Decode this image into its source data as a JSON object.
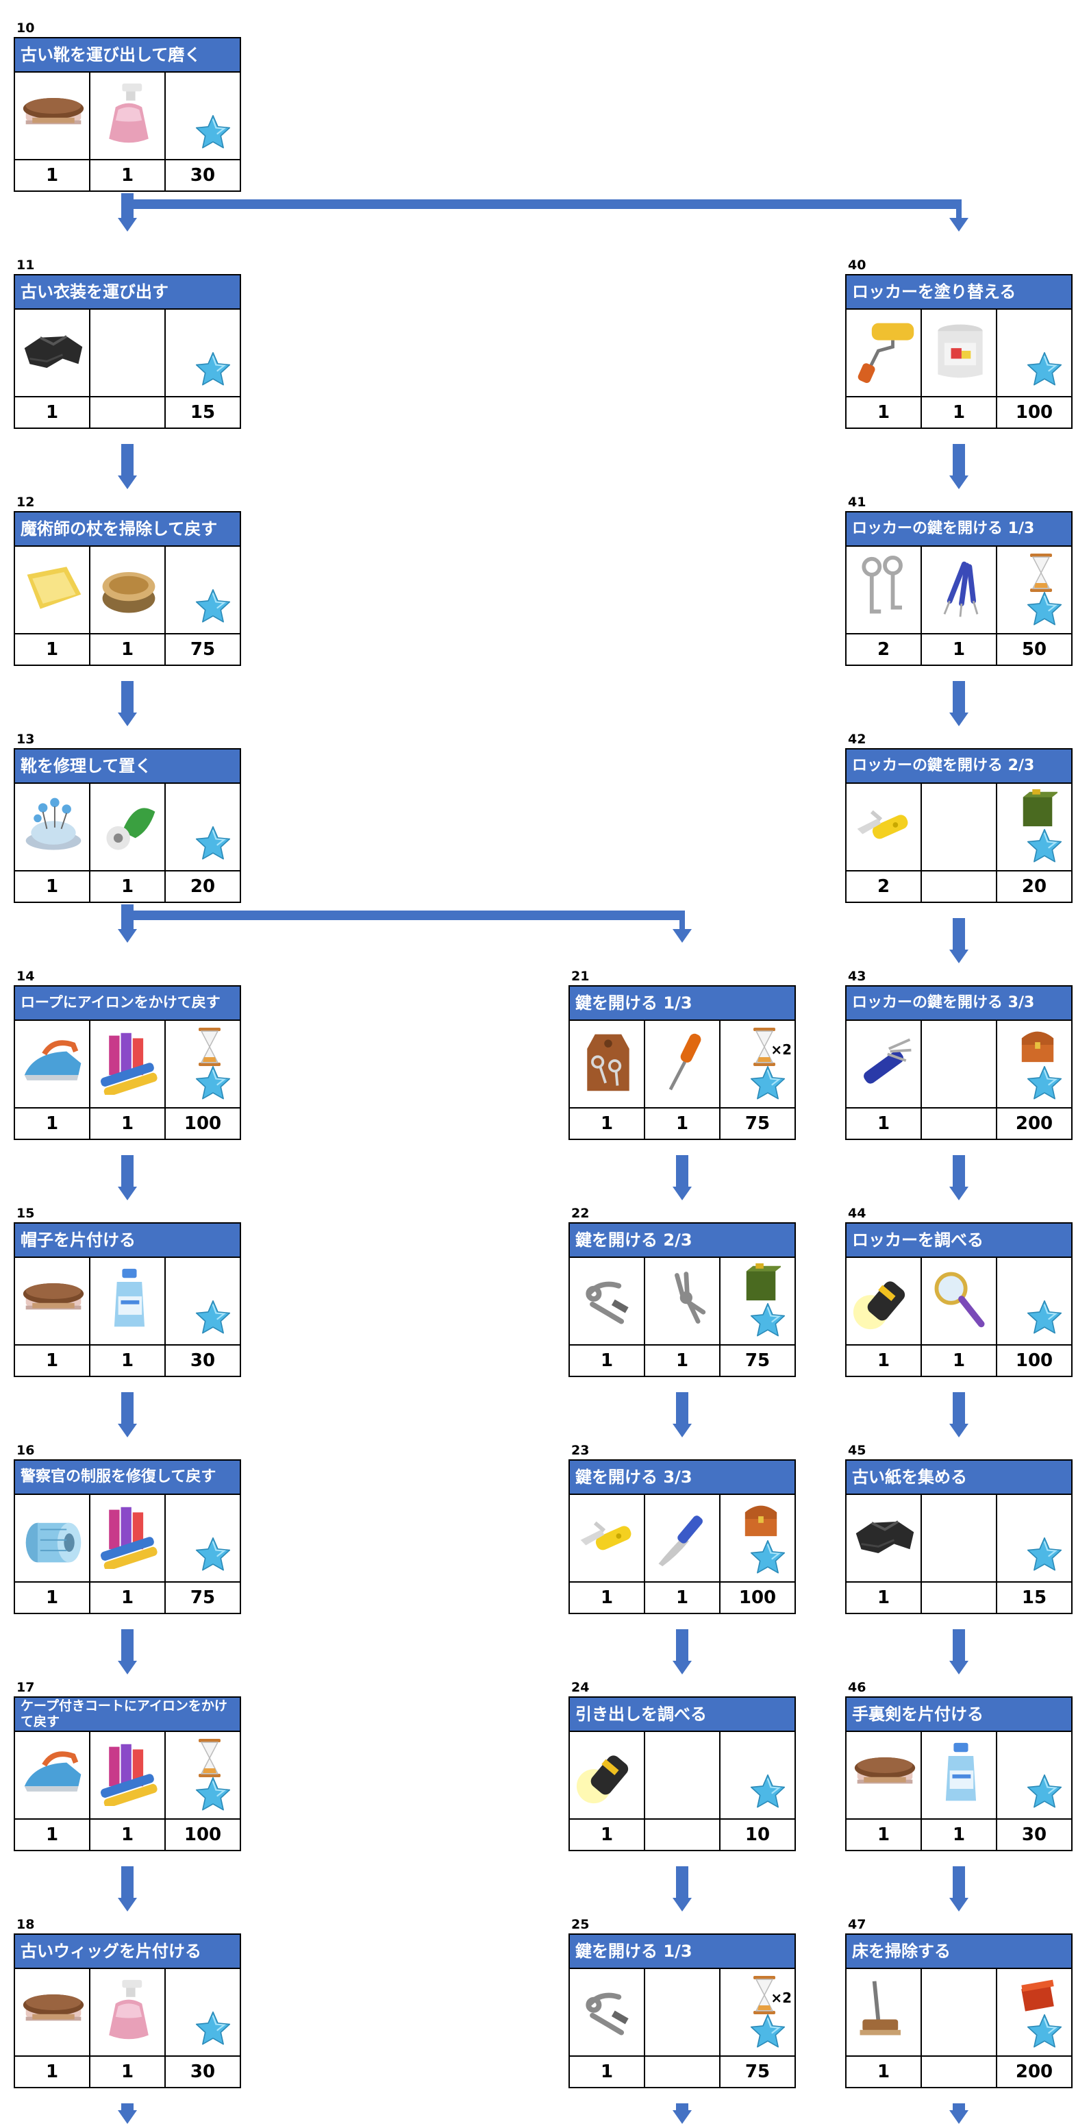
{
  "colors": {
    "header_bg": "#4472c4",
    "arrow": "#4472c4",
    "star": "#4db8e6"
  },
  "tasks": {
    "t10": {
      "number": "10",
      "title": "古い靴を運び出して磨く",
      "counts": [
        "1",
        "1",
        "30"
      ]
    },
    "t11": {
      "number": "11",
      "title": "古い衣装を運び出す",
      "counts": [
        "1",
        "",
        "15"
      ]
    },
    "t12": {
      "number": "12",
      "title": "魔術師の杖を掃除して戻す",
      "counts": [
        "1",
        "1",
        "75"
      ]
    },
    "t13": {
      "number": "13",
      "title": "靴を修理して置く",
      "counts": [
        "1",
        "1",
        "20"
      ]
    },
    "t14": {
      "number": "14",
      "title": "ロープにアイロンをかけて戻す",
      "counts": [
        "1",
        "1",
        "100"
      ]
    },
    "t15": {
      "number": "15",
      "title": "帽子を片付ける",
      "counts": [
        "1",
        "1",
        "30"
      ]
    },
    "t16": {
      "number": "16",
      "title": "警察官の制服を修復して戻す",
      "counts": [
        "1",
        "1",
        "75"
      ]
    },
    "t17": {
      "number": "17",
      "title": "ケープ付きコートにアイロンをかけて戻す",
      "counts": [
        "1",
        "1",
        "100"
      ]
    },
    "t18": {
      "number": "18",
      "title": "古いウィッグを片付ける",
      "counts": [
        "1",
        "1",
        "30"
      ]
    },
    "t21": {
      "number": "21",
      "title": "鍵を開ける 1/3",
      "counts": [
        "1",
        "1",
        "75"
      ],
      "multiplier": "×2"
    },
    "t22": {
      "number": "22",
      "title": "鍵を開ける 2/3",
      "counts": [
        "1",
        "1",
        "75"
      ]
    },
    "t23": {
      "number": "23",
      "title": "鍵を開ける 3/3",
      "counts": [
        "1",
        "1",
        "100"
      ]
    },
    "t24": {
      "number": "24",
      "title": "引き出しを調べる",
      "counts": [
        "1",
        "",
        "10"
      ]
    },
    "t25": {
      "number": "25",
      "title": "鍵を開ける 1/3",
      "counts": [
        "1",
        "",
        "75"
      ],
      "multiplier": "×2"
    },
    "t40": {
      "number": "40",
      "title": "ロッカーを塗り替える",
      "counts": [
        "1",
        "1",
        "100"
      ]
    },
    "t41": {
      "number": "41",
      "title": "ロッカーの鍵を開ける 1/3",
      "counts": [
        "2",
        "1",
        "50"
      ]
    },
    "t42": {
      "number": "42",
      "title": "ロッカーの鍵を開ける 2/3",
      "counts": [
        "2",
        "",
        "20"
      ]
    },
    "t43": {
      "number": "43",
      "title": "ロッカーの鍵を開ける 3/3",
      "counts": [
        "1",
        "",
        "200"
      ]
    },
    "t44": {
      "number": "44",
      "title": "ロッカーを調べる",
      "counts": [
        "1",
        "1",
        "100"
      ]
    },
    "t45": {
      "number": "45",
      "title": "古い紙を集める",
      "counts": [
        "1",
        "",
        "15"
      ]
    },
    "t46": {
      "number": "46",
      "title": "手裏剣を片付ける",
      "counts": [
        "1",
        "1",
        "30"
      ]
    },
    "t47": {
      "number": "47",
      "title": "床を掃除する",
      "counts": [
        "1",
        "",
        "200"
      ]
    }
  }
}
